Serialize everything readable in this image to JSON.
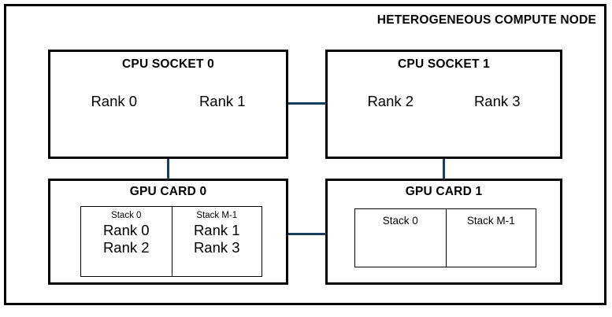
{
  "node": {
    "title": "HETEROGENEOUS COMPUTE NODE"
  },
  "colors": {
    "border": "#000000",
    "connector": "#17405E",
    "background": "#ffffff"
  },
  "boxes": {
    "cpu_socket_0": {
      "title": "CPU SOCKET 0",
      "ranks": [
        "Rank 0",
        "Rank 1"
      ]
    },
    "cpu_socket_1": {
      "title": "CPU SOCKET 1",
      "ranks": [
        "Rank 2",
        "Rank 3"
      ]
    },
    "gpu_card_0": {
      "title": "GPU CARD 0",
      "stacks": [
        {
          "label": "Stack 0",
          "ranks": [
            "Rank 0",
            "Rank 2"
          ]
        },
        {
          "label": "Stack M-1",
          "ranks": [
            "Rank 1",
            "Rank 3"
          ]
        }
      ]
    },
    "gpu_card_1": {
      "title": "GPU CARD 1",
      "stacks": [
        {
          "label": "Stack 0",
          "ranks": []
        },
        {
          "label": "Stack M-1",
          "ranks": []
        }
      ]
    }
  },
  "connectors": [
    {
      "name": "cpu0-to-cpu1",
      "orientation": "horizontal"
    },
    {
      "name": "cpu0-to-gpu0",
      "orientation": "vertical"
    },
    {
      "name": "cpu1-to-gpu1",
      "orientation": "vertical"
    },
    {
      "name": "gpu0-to-gpu1",
      "orientation": "horizontal"
    }
  ]
}
